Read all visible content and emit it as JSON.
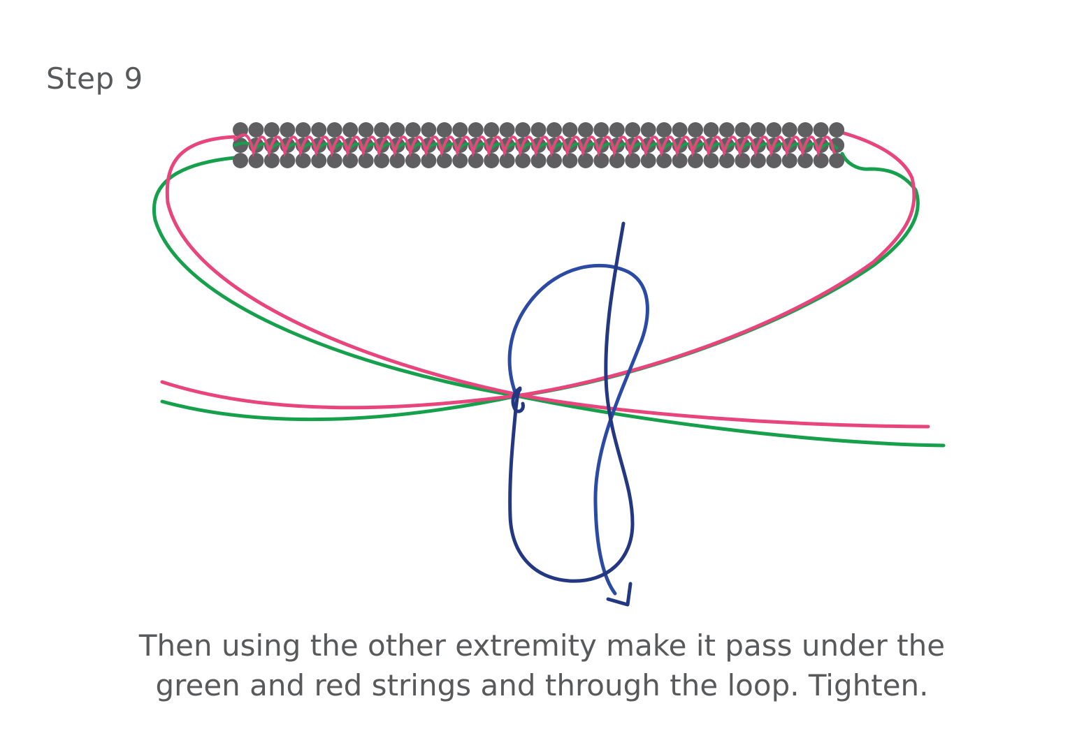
{
  "step": {
    "title": "Step 9"
  },
  "caption": {
    "line1": "Then using the other extremity make it pass under the",
    "line2": "green and red strings and through the loop. Tighten."
  },
  "colors": {
    "bead": "#5f5f62",
    "pink_string": "#e8457d",
    "green_string": "#16a04b",
    "blue_string": "#2a4aa3",
    "navy_string": "#233880",
    "text": "#58595b"
  },
  "beads": {
    "rows": 3,
    "columns": 39
  }
}
